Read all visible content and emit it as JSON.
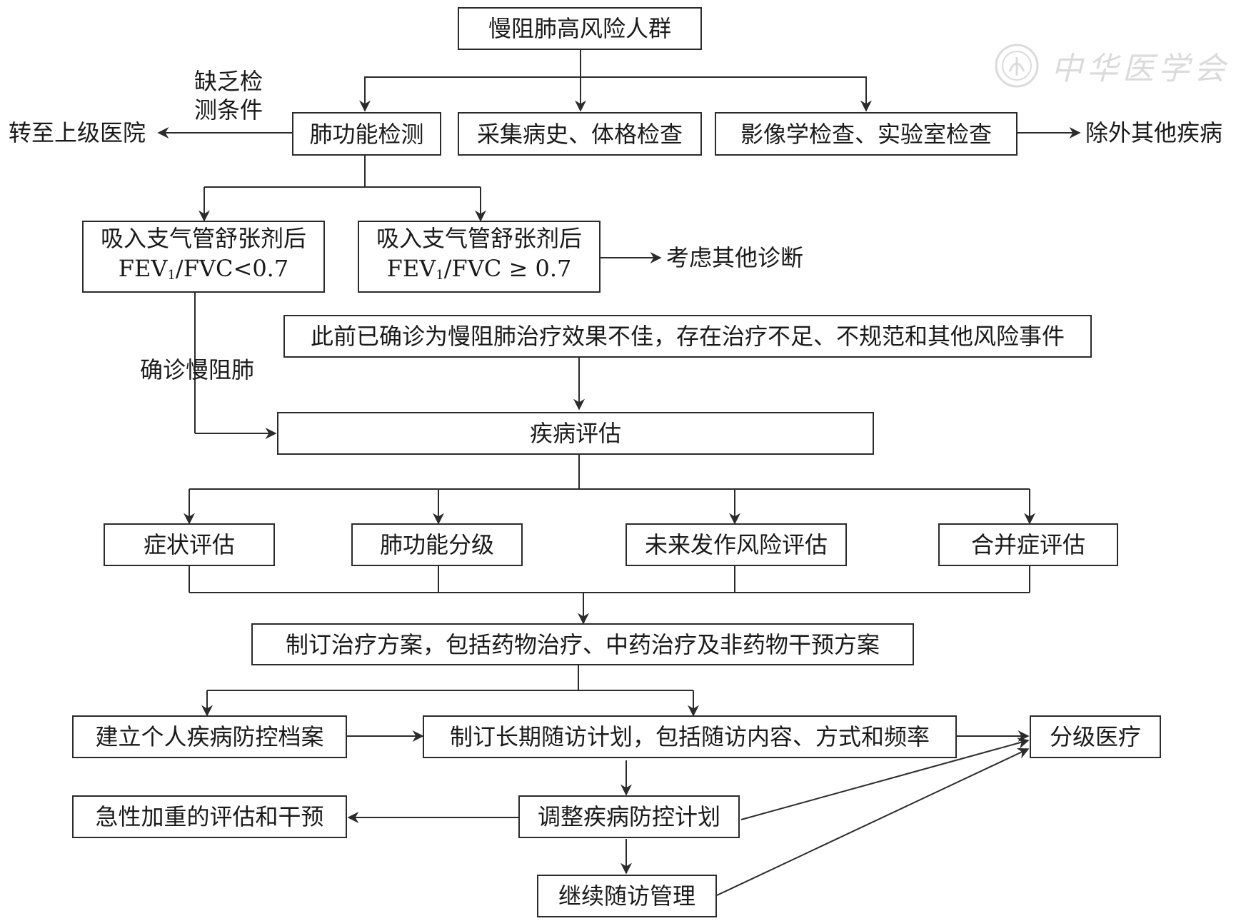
{
  "nodes": {
    "high_risk": "慢阻肺高风险人群",
    "lung_test": "肺功能检测",
    "history_exam": "采集病史、体格检查",
    "imaging_lab": "影像学检查、实验室检查",
    "exclude_other": "除外其他疾病",
    "refer_up": "转至上级医院",
    "lack_cond_1": "缺乏检",
    "lack_cond_2": "测条件",
    "post_bd_low_1": "吸入支气管舒张剂后",
    "post_bd_low_2": "FEV",
    "post_bd_low_sub": "1",
    "post_bd_low_3": "/FVC<0.7",
    "post_bd_high_1": "吸入支气管舒张剂后",
    "post_bd_high_2": "FEV",
    "post_bd_high_sub": "1",
    "post_bd_high_3": "/FVC ≥ 0.7",
    "consider_other": "考虑其他诊断",
    "prior_dx": "此前已确诊为慢阻肺治疗效果不佳，存在治疗不足、不规范和其他风险事件",
    "confirm_copd": "确诊慢阻肺",
    "disease_eval": "疾病评估",
    "symptom_eval": "症状评估",
    "lung_grade": "肺功能分级",
    "exac_risk": "未来发作风险评估",
    "comorb_eval": "合并症评估",
    "treatment_plan": "制订治疗方案，包括药物治疗、中药治疗及非药物干预方案",
    "personal_file": "建立个人疾病防控档案",
    "followup_plan": "制订长期随访计划，包括随访内容、方式和频率",
    "tiered_care": "分级医疗",
    "acute_exac": "急性加重的评估和干预",
    "adjust_plan": "调整疾病防控计划",
    "continue_followup": "继续随访管理"
  },
  "watermark": {
    "text": "中华医学会",
    "icon": "society-emblem-icon"
  },
  "colors": {
    "line": "#2b2b2b",
    "watermark": "#9a9a9a"
  }
}
